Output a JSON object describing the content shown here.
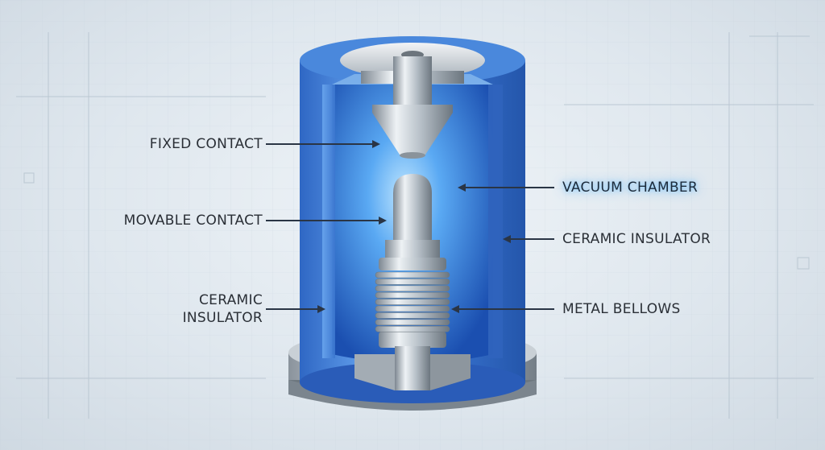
{
  "labels": {
    "fixed_contact": "FIXED CONTACT",
    "movable_contact": "MOVABLE CONTACT",
    "ceramic_insulator_left_line1": "CERAMIC",
    "ceramic_insulator_left_line2": "INSULATOR",
    "vacuum_chamber": "VACUUM CHAMBER",
    "ceramic_insulator_right": "CERAMIC INSULATOR",
    "metal_bellows": "METAL BELLOWS"
  },
  "colors": {
    "ceramic_blue": "#3f7fd6",
    "chamber_glow": "#6fb8ff",
    "metal": "#b9c2cb",
    "arrow": "#2a3545",
    "background": "#e3eaf0"
  }
}
